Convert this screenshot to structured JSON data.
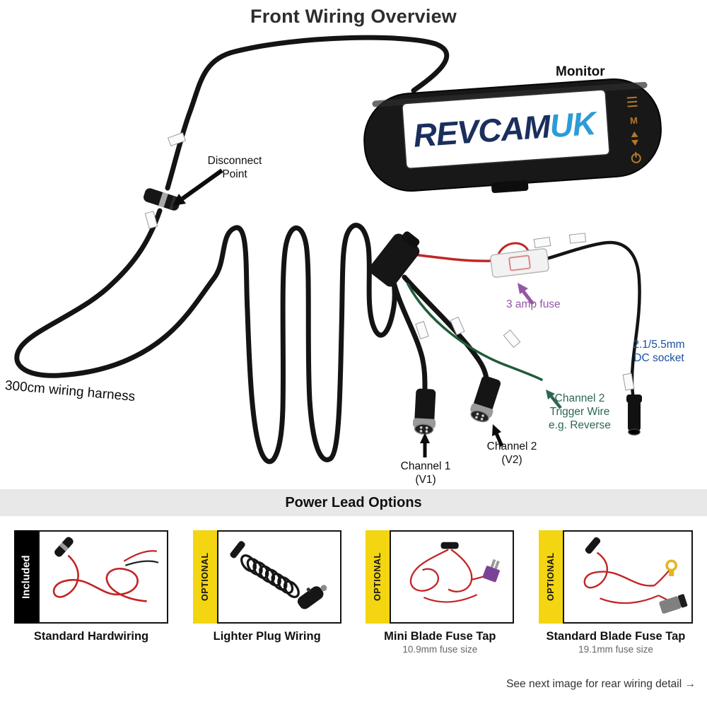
{
  "title": "Front Wiring Overview",
  "diagram": {
    "monitor_label": "Monitor",
    "logo_part1": "REVCAM",
    "logo_part2": "UK",
    "monitor_button_m": "M",
    "disconnect_label": "Disconnect\nPoint",
    "fuse_label": "3 amp fuse",
    "dc_socket_label": "2.1/5.5mm\nDC socket",
    "trigger_label": "Channel 2\nTrigger Wire\ne.g. Reverse",
    "channel1_label": "Channel 1\n(V1)",
    "channel2_label": "Channel 2\n(V2)",
    "harness_label": "300cm wiring harness"
  },
  "power_options": {
    "heading": "Power Lead Options",
    "cards": [
      {
        "badge": "Included",
        "badge_type": "included",
        "caption": "Standard Hardwiring",
        "subcaption": ""
      },
      {
        "badge": "OPTIONAL",
        "badge_type": "optional",
        "caption": "Lighter Plug Wiring",
        "subcaption": ""
      },
      {
        "badge": "OPTIONAL",
        "badge_type": "optional",
        "caption": "Mini Blade Fuse Tap",
        "subcaption": "10.9mm fuse size"
      },
      {
        "badge": "OPTIONAL",
        "badge_type": "optional",
        "caption": "Standard Blade Fuse Tap",
        "subcaption": "19.1mm fuse size"
      }
    ]
  },
  "footer_note": "See next image for rear wiring detail →",
  "colors": {
    "fuse_label_purple": "#9457a3",
    "dc_label_blue": "#1c4f9e",
    "trigger_label_green": "#2d6652",
    "optional_yellow": "#f3d511",
    "included_black": "#000000",
    "wire_red": "#c22525",
    "trigger_wire_green": "#1e5c3a",
    "logo_navy": "#1b2f5e",
    "logo_blue": "#2b9cd8",
    "monitor_button_amber": "#b5782a",
    "options_bar_gray": "#e8e8e8"
  }
}
